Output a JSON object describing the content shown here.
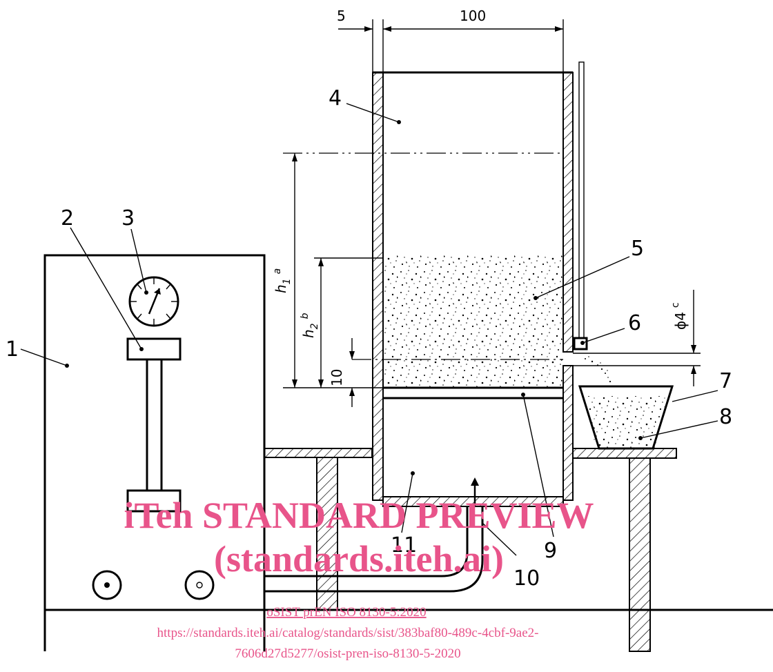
{
  "callouts": [
    "1",
    "2",
    "3",
    "4",
    "5",
    "6",
    "7",
    "8",
    "9",
    "10",
    "11"
  ],
  "dimensions": {
    "wall": "5",
    "width": "100",
    "h1": "h",
    "h1_sub": "1",
    "h1_note": "a",
    "h2": "h",
    "h2_sub": "2",
    "h2_note": "b",
    "bottom": "10",
    "orifice": "ϕ4",
    "orifice_note": "c"
  },
  "watermark": {
    "line1": "iTeh STANDARD PREVIEW",
    "line2": "(standards.iteh.ai)",
    "doc_ref": "oSIST prEN ISO 8130-5:2020",
    "url1": "https://standards.iteh.ai/catalog/standards/sist/383baf80-489c-4cbf-9ae2-",
    "url2": "7606d27d5277/osist-pren-iso-8130-5-2020"
  }
}
